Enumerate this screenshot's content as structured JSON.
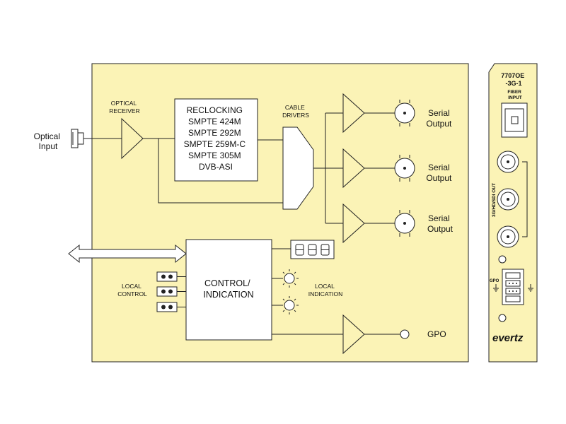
{
  "block": {
    "optical_input": [
      "Optical",
      "Input"
    ],
    "optical_receiver": [
      "OPTICAL",
      "RECEIVER"
    ],
    "reclocking": [
      "RECLOCKING",
      "SMPTE 424M",
      "SMPTE 292M",
      "SMPTE 259M-C",
      "SMPTE 305M",
      "DVB-ASI"
    ],
    "cable_drivers": [
      "CABLE",
      "DRIVERS"
    ],
    "serial_outputs": [
      [
        "Serial",
        "Output"
      ],
      [
        "Serial",
        "Output"
      ],
      [
        "Serial",
        "Output"
      ]
    ],
    "control_indication": [
      "CONTROL/",
      "INDICATION"
    ],
    "local_control": [
      "LOCAL",
      "CONTROL"
    ],
    "local_indication": [
      "LOCAL",
      "INDICATION"
    ],
    "gpo": "GPO"
  },
  "panel": {
    "model": [
      "7707OE",
      "-3G-1"
    ],
    "fiber_input": [
      "FIBER",
      "INPUT"
    ],
    "out_label": "3G/HD/SDI OUT",
    "gpo_label": "GPO",
    "brand": "evertz"
  },
  "colors": {
    "panel_fill": "#fbf3b6",
    "stroke": "#222222"
  }
}
